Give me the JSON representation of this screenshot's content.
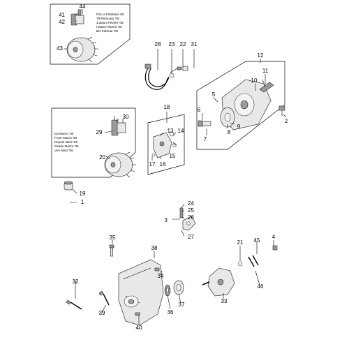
{
  "labels": [
    {
      "id": "44",
      "text": "44"
    },
    {
      "id": "41",
      "text": "41"
    },
    {
      "id": "42",
      "text": "42"
    },
    {
      "id": "43",
      "text": "43"
    },
    {
      "id": "28",
      "text": "28"
    },
    {
      "id": "23",
      "text": "23"
    },
    {
      "id": "22",
      "text": "22"
    },
    {
      "id": "31",
      "text": "31"
    },
    {
      "id": "12",
      "text": "12"
    },
    {
      "id": "11",
      "text": "11"
    },
    {
      "id": "10",
      "text": "10"
    },
    {
      "id": "5",
      "text": "5"
    },
    {
      "id": "6",
      "text": "6"
    },
    {
      "id": "9",
      "text": "9"
    },
    {
      "id": "8",
      "text": "8"
    },
    {
      "id": "7",
      "text": "7"
    },
    {
      "id": "2",
      "text": "2"
    },
    {
      "id": "18",
      "text": "18"
    },
    {
      "id": "13",
      "text": "13"
    },
    {
      "id": "14",
      "text": "14"
    },
    {
      "id": "15",
      "text": "15"
    },
    {
      "id": "16",
      "text": "16"
    },
    {
      "id": "17",
      "text": "17"
    },
    {
      "id": "30",
      "text": "30"
    },
    {
      "id": "29",
      "text": "29"
    },
    {
      "id": "20",
      "text": "20"
    },
    {
      "id": "19",
      "text": "19"
    },
    {
      "id": "1",
      "text": "1"
    },
    {
      "id": "24",
      "text": "24"
    },
    {
      "id": "25",
      "text": "25"
    },
    {
      "id": "26",
      "text": "26"
    },
    {
      "id": "3",
      "text": "3"
    },
    {
      "id": "27",
      "text": "27"
    },
    {
      "id": "35",
      "text": "35"
    },
    {
      "id": "38",
      "text": "38"
    },
    {
      "id": "21",
      "text": "21"
    },
    {
      "id": "45",
      "text": "45"
    },
    {
      "id": "4",
      "text": "4"
    },
    {
      "id": "34",
      "text": "34"
    },
    {
      "id": "46",
      "text": "46"
    },
    {
      "id": "32",
      "text": "32"
    },
    {
      "id": "36",
      "text": "36"
    },
    {
      "id": "37",
      "text": "37"
    },
    {
      "id": "33",
      "text": "33"
    },
    {
      "id": "39",
      "text": "39"
    },
    {
      "id": "40",
      "text": "40"
    }
  ],
  "inset_top": {
    "lines": [
      "Fino a Febbraio '06",
      "Till February '06",
      "Jusqu'a Fevrier '06",
      "Hasta Febrero '06",
      "Bis Februar '06"
    ]
  },
  "inset_middle": {
    "lines": [
      "Da Marzo '06",
      "From March '06",
      "Depuis Mars '06",
      "Desde Marzo '06",
      "Von Marz '06"
    ]
  }
}
